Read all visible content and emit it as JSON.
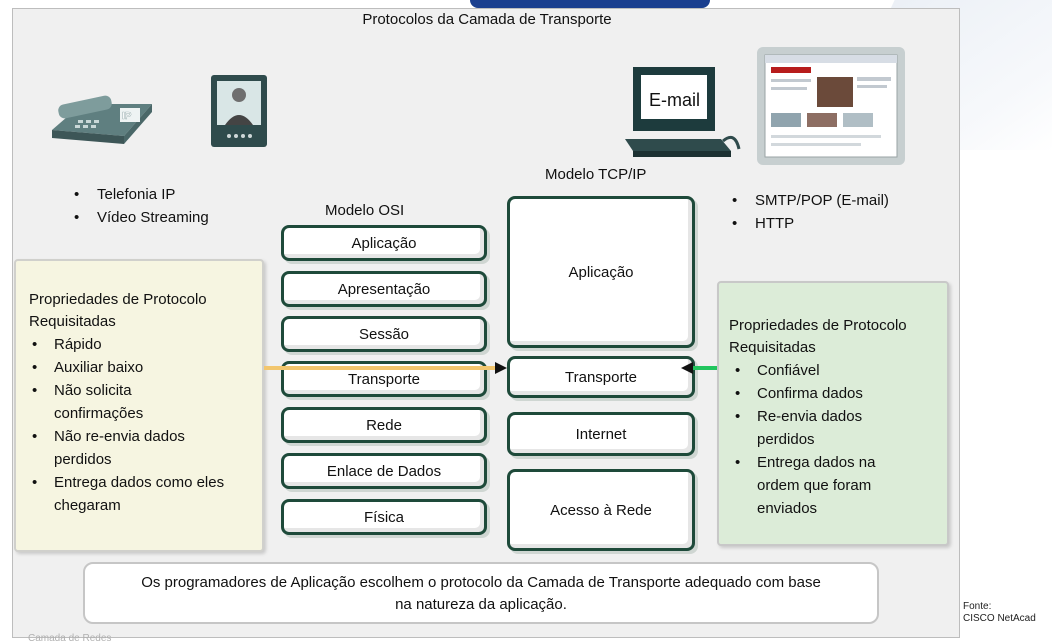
{
  "diagram": {
    "title": "Protocolos da Camada de Transporte",
    "osi_model": {
      "label": "Modelo OSI",
      "layers": [
        "Aplicação",
        "Apresentação",
        "Sessão",
        "Transporte",
        "Rede",
        "Enlace de Dados",
        "Física"
      ]
    },
    "tcpip_model": {
      "label": "Modelo TCP/IP",
      "layers": [
        "Aplicação",
        "Transporte",
        "Internet",
        "Acesso à Rede"
      ]
    },
    "left_apps": [
      "Telefonia IP",
      "Vídeo Streaming"
    ],
    "right_apps": [
      "SMTP/POP (E-mail)",
      "HTTP"
    ],
    "ip_phone_label": "IP",
    "email_label": "E-mail",
    "left_box": {
      "title_line1": "Propriedades de Protocolo",
      "title_line2": "Requisitadas",
      "items": [
        "Rápido",
        "Auxiliar baixo",
        "Não solicita confirmações",
        "Não re-envia dados perdidos",
        "Entrega dados como eles chegaram"
      ]
    },
    "right_box": {
      "title_line1": "Propriedades de Protocolo",
      "title_line2": "Requisitadas",
      "items": [
        "Confiável",
        "Confirma dados",
        "Re-envia dados perdidos",
        "Entrega dados na ordem que foram enviados"
      ]
    },
    "footer_line1": "Os programadores de Aplicação escolhem o protocolo da Camada de Transporte adequado com base",
    "footer_line2": "na natureza da aplicação.",
    "colors": {
      "left_arrow": "#f2c66e",
      "right_arrow": "#22c55e",
      "layer_border": "#1e4a3a",
      "left_box_bg": "#f6f5e1",
      "right_box_bg": "#dcecd8"
    }
  },
  "source": {
    "line1": "Fonte:",
    "line2": "CISCO NetAcad"
  },
  "footnote": "Camada de Redes"
}
